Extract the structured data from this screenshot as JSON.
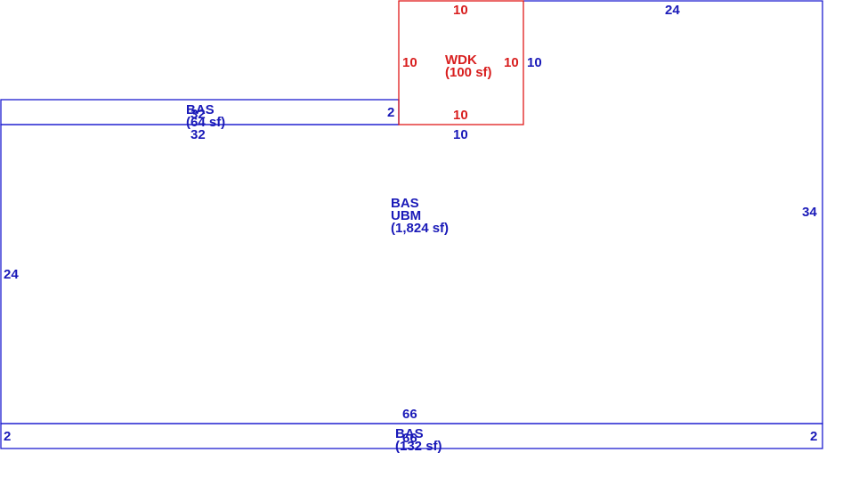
{
  "colors": {
    "main": "#1c1cd0",
    "deck": "#e01a1a"
  },
  "areas": {
    "bas_top": {
      "code": "BAS",
      "area": "(64 sf)",
      "overlap": "32"
    },
    "wdk": {
      "code": "WDK",
      "area": "(100 sf)"
    },
    "main": {
      "code1": "BAS",
      "code2": "UBM",
      "area": "(1,824 sf)"
    },
    "bas_bottom": {
      "code": "BAS",
      "area": "(132 sf)",
      "overlap": "66"
    }
  },
  "dimensions": {
    "top_right": "24",
    "right": "34",
    "left": "24",
    "wdk_top": "10",
    "wdk_left": "10",
    "wdk_right": "10",
    "wdk_bottom": "10",
    "right_of_wdk": "10",
    "below_wdk": "10",
    "top_strip_right": "2",
    "top_strip_bottom": "32",
    "bottom_strip_top": "66",
    "bottom_strip_left": "2",
    "bottom_strip_right": "2"
  }
}
